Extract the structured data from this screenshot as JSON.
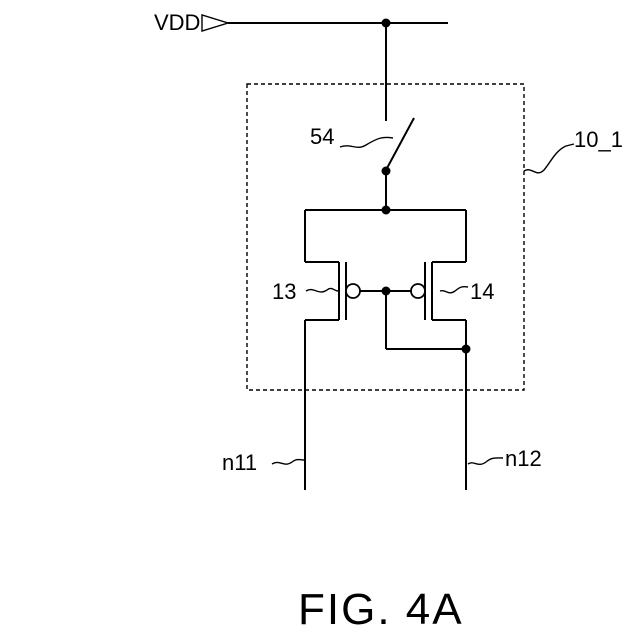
{
  "diagram": {
    "labels": {
      "supply": "VDD",
      "switch": "54",
      "block": "10_1",
      "transistor_left": "13",
      "transistor_right": "14",
      "node_left": "n11",
      "node_right": "n12"
    },
    "caption": "FIG. 4A"
  }
}
